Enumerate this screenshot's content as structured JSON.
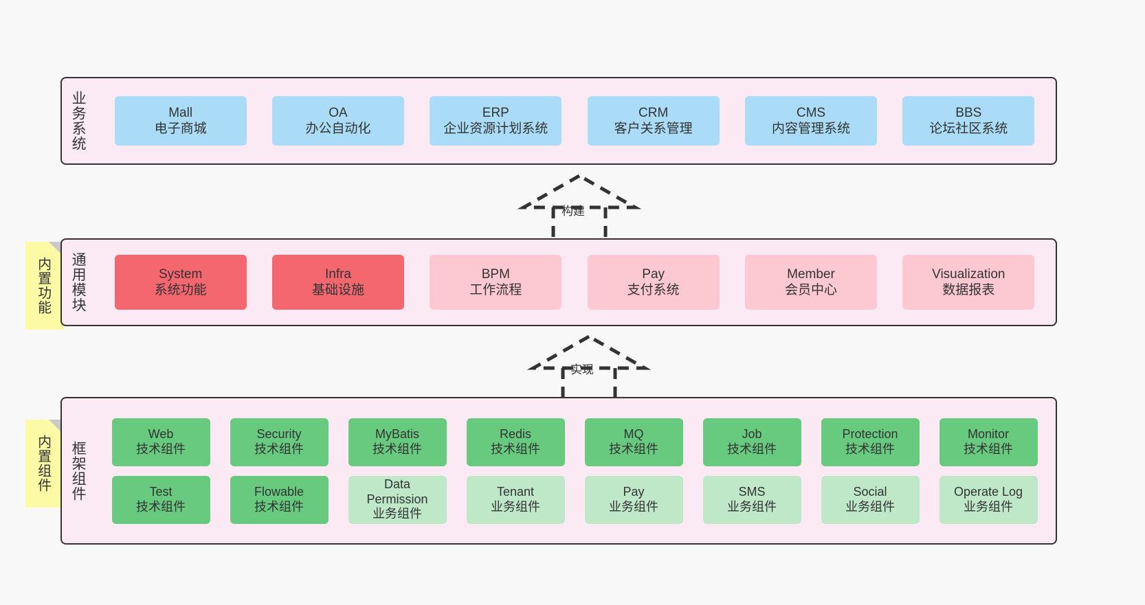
{
  "diagram": {
    "title_hidden": "",
    "colors": {
      "canvas_bg": "#f8f8f8",
      "panel_bg": "#fbeaf4",
      "panel_border": "#333333",
      "business_box": "#aadcf8",
      "module_core": "#f4676e",
      "module_plain": "#fcc8d2",
      "tech_component": "#68ca7e",
      "biz_component": "#bfe8c8",
      "note_bg": "#fdfaa6",
      "note_fold": "#c9c9c9",
      "text": "#333333"
    }
  },
  "layers": {
    "business": {
      "title": "业务系统",
      "items": [
        {
          "en": "Mall",
          "cn": "电子商城"
        },
        {
          "en": "OA",
          "cn": "办公自动化"
        },
        {
          "en": "ERP",
          "cn": "企业资源计划系统"
        },
        {
          "en": "CRM",
          "cn": "客户关系管理"
        },
        {
          "en": "CMS",
          "cn": "内容管理系统"
        },
        {
          "en": "BBS",
          "cn": "论坛社区系统"
        }
      ]
    },
    "modules": {
      "title": "通用模块",
      "note": "内置功能",
      "items": [
        {
          "en": "System",
          "cn": "系统功能",
          "style": "core"
        },
        {
          "en": "Infra",
          "cn": "基础设施",
          "style": "core"
        },
        {
          "en": "BPM",
          "cn": "工作流程",
          "style": "plain"
        },
        {
          "en": "Pay",
          "cn": "支付系统",
          "style": "plain"
        },
        {
          "en": "Member",
          "cn": "会员中心",
          "style": "plain"
        },
        {
          "en": "Visualization",
          "cn": "数据报表",
          "style": "plain"
        }
      ]
    },
    "framework": {
      "title": "框架组件",
      "note": "内置组件",
      "row1": [
        {
          "en": "Web",
          "cn": "技术组件",
          "style": "tech"
        },
        {
          "en": "Security",
          "cn": "技术组件",
          "style": "tech"
        },
        {
          "en": "MyBatis",
          "cn": "技术组件",
          "style": "tech"
        },
        {
          "en": "Redis",
          "cn": "技术组件",
          "style": "tech"
        },
        {
          "en": "MQ",
          "cn": "技术组件",
          "style": "tech"
        },
        {
          "en": "Job",
          "cn": "技术组件",
          "style": "tech"
        },
        {
          "en": "Protection",
          "cn": "技术组件",
          "style": "tech"
        },
        {
          "en": "Monitor",
          "cn": "技术组件",
          "style": "tech"
        }
      ],
      "row2": [
        {
          "en": "Test",
          "cn": "技术组件",
          "style": "tech"
        },
        {
          "en": "Flowable",
          "cn": "技术组件",
          "style": "tech"
        },
        {
          "en": "Data Permission",
          "cn": "业务组件",
          "style": "biz"
        },
        {
          "en": "Tenant",
          "cn": "业务组件",
          "style": "biz"
        },
        {
          "en": "Pay",
          "cn": "业务组件",
          "style": "biz"
        },
        {
          "en": "SMS",
          "cn": "业务组件",
          "style": "biz"
        },
        {
          "en": "Social",
          "cn": "业务组件",
          "style": "biz"
        },
        {
          "en": "Operate Log",
          "cn": "业务组件",
          "style": "biz"
        }
      ]
    }
  },
  "connectors": [
    {
      "label": "构建",
      "from": "modules",
      "to": "business"
    },
    {
      "label": "实现",
      "from": "framework",
      "to": "modules"
    }
  ]
}
